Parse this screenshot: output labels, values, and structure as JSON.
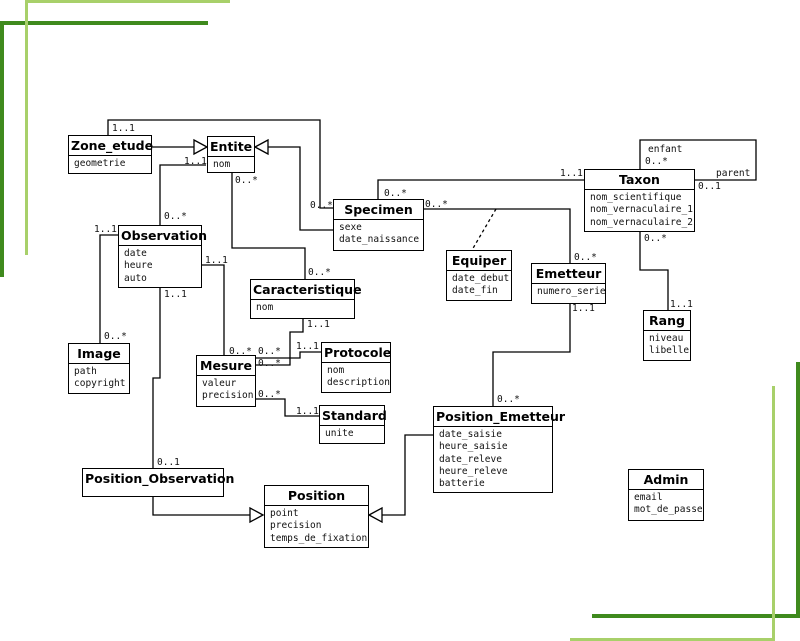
{
  "classes": [
    {
      "id": "zone_etude",
      "name": "Zone_etude",
      "attributes": [
        "geometrie"
      ]
    },
    {
      "id": "entite",
      "name": "Entite",
      "attributes": [
        "nom"
      ]
    },
    {
      "id": "specimen",
      "name": "Specimen",
      "attributes": [
        "sexe",
        "date_naissance"
      ]
    },
    {
      "id": "taxon",
      "name": "Taxon",
      "attributes": [
        "nom_scientifique",
        "nom_vernaculaire_1",
        "nom_vernaculaire_2"
      ]
    },
    {
      "id": "observation",
      "name": "Observation",
      "attributes": [
        "date",
        "heure",
        "auto"
      ]
    },
    {
      "id": "caracteristique",
      "name": "Caracteristique",
      "attributes": [
        "nom"
      ]
    },
    {
      "id": "equiper",
      "name": "Equiper",
      "attributes": [
        "date_debut",
        "date_fin"
      ]
    },
    {
      "id": "emetteur",
      "name": "Emetteur",
      "attributes": [
        "numero_serie"
      ]
    },
    {
      "id": "rang",
      "name": "Rang",
      "attributes": [
        "niveau",
        "libelle"
      ]
    },
    {
      "id": "image",
      "name": "Image",
      "attributes": [
        "path",
        "copyright"
      ]
    },
    {
      "id": "mesure",
      "name": "Mesure",
      "attributes": [
        "valeur",
        "precision"
      ]
    },
    {
      "id": "protocole",
      "name": "Protocole",
      "attributes": [
        "nom",
        "description"
      ]
    },
    {
      "id": "standard",
      "name": "Standard",
      "attributes": [
        "unite"
      ]
    },
    {
      "id": "position_emetteur",
      "name": "Position_Emetteur",
      "attributes": [
        "date_saisie",
        "heure_saisie",
        "date_releve",
        "heure_releve",
        "batterie"
      ]
    },
    {
      "id": "position_observation",
      "name": "Position_Observation",
      "attributes": []
    },
    {
      "id": "position",
      "name": "Position",
      "attributes": [
        "point",
        "precision",
        "temps_de_fixation"
      ]
    },
    {
      "id": "admin",
      "name": "Admin",
      "attributes": [
        "email",
        "mot_de_passe"
      ]
    }
  ],
  "multiplicities": [
    {
      "id": "zone_specimen_a",
      "text": "1..1"
    },
    {
      "id": "entite_obs_a",
      "text": "1..1"
    },
    {
      "id": "entite_carac_a",
      "text": "0..*"
    },
    {
      "id": "taxon_enfant",
      "text": "enfant"
    },
    {
      "id": "taxon_self_a",
      "text": "0..*"
    },
    {
      "id": "taxon_parent",
      "text": "parent"
    },
    {
      "id": "taxon_self_b",
      "text": "0..1"
    },
    {
      "id": "taxon_spec_a",
      "text": "1..1"
    },
    {
      "id": "spec_taxon_b",
      "text": "0..*"
    },
    {
      "id": "spec_zone_b",
      "text": "0..*"
    },
    {
      "id": "spec_emet_a",
      "text": "0..*"
    },
    {
      "id": "spec_emet_b",
      "text": "0..*"
    },
    {
      "id": "obs_entite_b",
      "text": "0..*"
    },
    {
      "id": "obs_image_a",
      "text": "1..1"
    },
    {
      "id": "obs_mesure_a",
      "text": "1..1"
    },
    {
      "id": "obs_posobs_a",
      "text": "1..1"
    },
    {
      "id": "carac_entite_b",
      "text": "0..*"
    },
    {
      "id": "carac_mesure_a",
      "text": "1..1"
    },
    {
      "id": "taxon_rang_a",
      "text": "0..*"
    },
    {
      "id": "rang_taxon_b",
      "text": "1..1"
    },
    {
      "id": "image_obs_b",
      "text": "0..*"
    },
    {
      "id": "mesure_obs_b",
      "text": "0..*"
    },
    {
      "id": "mesure_carac_b",
      "text": "0..*"
    },
    {
      "id": "mesure_proto_b",
      "text": "0..*"
    },
    {
      "id": "proto_mesure_a",
      "text": "1..1"
    },
    {
      "id": "mesure_std_b",
      "text": "0..*"
    },
    {
      "id": "std_mesure_a",
      "text": "1..1"
    },
    {
      "id": "emet_pe_a",
      "text": "1..1"
    },
    {
      "id": "pe_emet_b",
      "text": "0..*"
    },
    {
      "id": "posobs_obs_b",
      "text": "0..1"
    }
  ],
  "colors": {
    "accent_dark": "#3f8a1d",
    "accent_light": "#a8d06a",
    "line": "#000000"
  }
}
